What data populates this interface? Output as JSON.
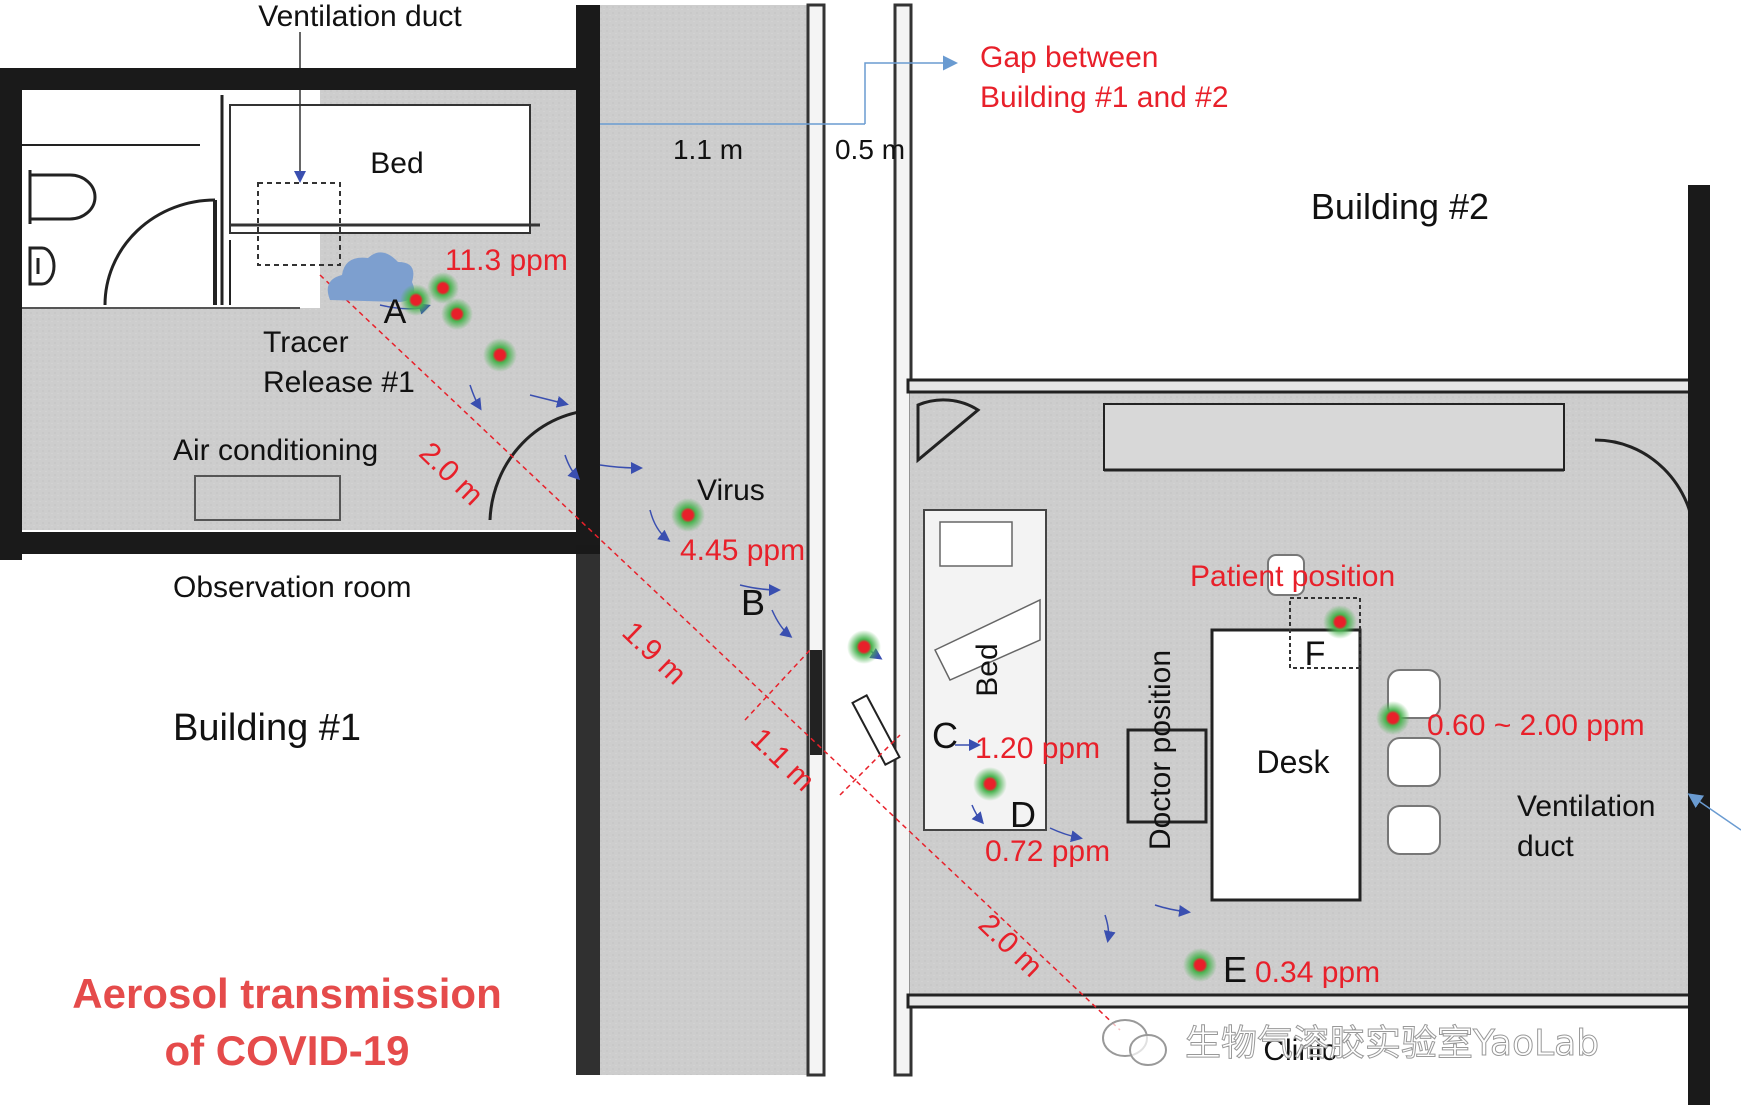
{
  "labels": {
    "ventilation_duct_top": "Ventilation duct",
    "gap_line1": "Gap between",
    "gap_line2": "Building #1 and #2",
    "dim_1_1_top": "1.1 m",
    "dim_0_5": "0.5 m",
    "bed_obs": "Bed",
    "building2": "Building #2",
    "ppm_a": "11.3 ppm",
    "point_a": "A",
    "tracer_line1": "Tracer",
    "tracer_line2": "Release #1",
    "air_conditioning": "Air conditioning",
    "dim_2_0_left": "2.0 m",
    "virus": "Virus",
    "ppm_b": "4.45 ppm",
    "observation_room": "Observation room",
    "point_b": "B",
    "patient_position": "Patient position",
    "point_f": "F",
    "dim_1_9": "1.9 m",
    "bed_clinic": "Bed",
    "doctor_position": "Doctor position",
    "building1": "Building #1",
    "ppm_f": "0.60 ~ 2.00 ppm",
    "point_c": "C",
    "ppm_c": "1.20 ppm",
    "desk": "Desk",
    "dim_1_1_diag": "1.1 m",
    "vent_duct_right_line1": "Ventilation",
    "vent_duct_right_line2": "duct",
    "point_d": "D",
    "ppm_d": "0.72 ppm",
    "dim_2_0_right": "2.0 m",
    "point_e": "E",
    "ppm_e": "0.34 ppm",
    "title_line1": "Aerosol transmission",
    "title_line2": "of COVID-19",
    "clinic": "Clinic",
    "watermark": "生物气溶胶实验室YaoLab"
  },
  "colors": {
    "floor": "#cfcfcf",
    "wall": "#1a1a1a",
    "annotation_red": "#e8202a",
    "title_red": "#e54b4b",
    "marker_green": "#3fae49",
    "marker_red": "#e8202a",
    "cloud_blue": "#7d9fcf",
    "arrow_blue": "#3a4fb0"
  },
  "icons": [
    "cloud-icon",
    "toilet-icon",
    "sink-icon",
    "chair-icon",
    "door-icon",
    "arrow-icon",
    "wechat-icon"
  ]
}
